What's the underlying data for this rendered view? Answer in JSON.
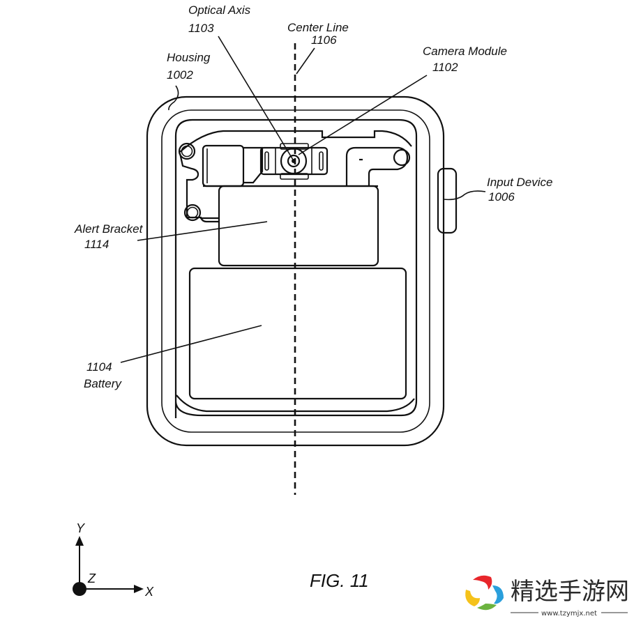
{
  "figure": {
    "title": "FIG. 11",
    "colors": {
      "line": "#111111",
      "background": "#ffffff"
    }
  },
  "labels": {
    "optical_axis": {
      "name": "Optical Axis",
      "ref": "1103"
    },
    "center_line": {
      "name": "Center Line",
      "ref": "1106"
    },
    "housing": {
      "name": "Housing",
      "ref": "1002"
    },
    "camera_module": {
      "name": "Camera Module",
      "ref": "1102"
    },
    "input_device": {
      "name": "Input Device",
      "ref": "1006"
    },
    "alert_bracket": {
      "name": "Alert Bracket",
      "ref": "1114"
    },
    "battery": {
      "name": "Battery",
      "ref": "1104"
    }
  },
  "axes": {
    "y": "Y",
    "z": "Z",
    "x": "X"
  },
  "watermark": {
    "text": "精选手游网",
    "url": "www.tzymjx.net",
    "colors": [
      "#e8262b",
      "#2a9fdc",
      "#f5c21a",
      "#6cb33f"
    ]
  }
}
